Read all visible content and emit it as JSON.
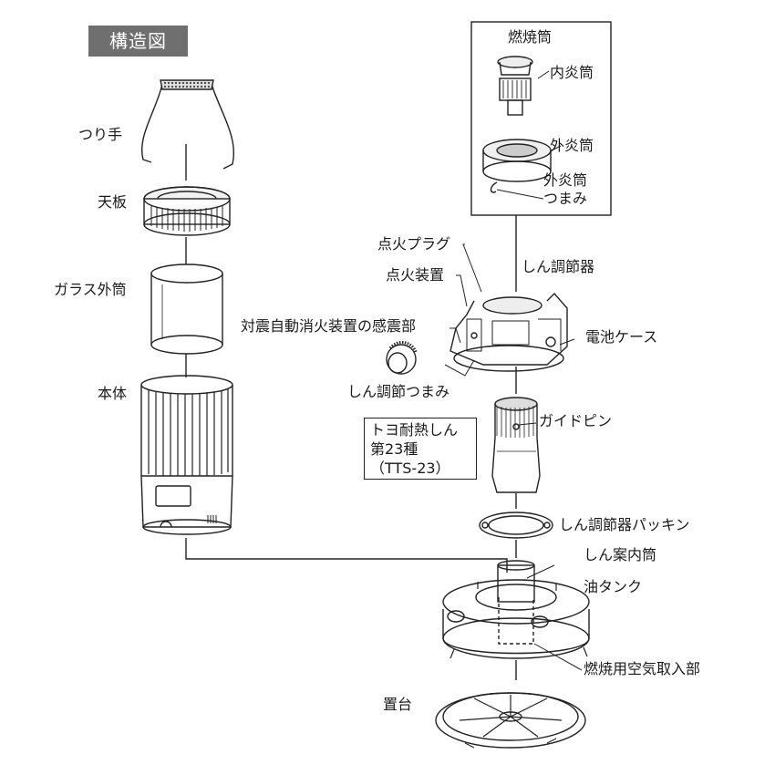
{
  "title": "構造図",
  "left_parts": {
    "handle": "つり手",
    "top_plate": "天板",
    "glass_cylinder": "ガラス外筒",
    "body": "本体"
  },
  "burner_box": {
    "heading": "燃焼筒",
    "inner_cylinder": "内炎筒",
    "outer_cylinder": "外炎筒",
    "outer_knob_line1": "外炎筒",
    "outer_knob_line2": "つまみ"
  },
  "right_parts": {
    "ignition_plug": "点火プラグ",
    "igniter": "点火装置",
    "wick_adjuster": "しん調節器",
    "seismic_sensor": "対震自動消火装置の感震部",
    "battery_case": "電池ケース",
    "wick_knob": "しん調節つまみ",
    "guide_pin": "ガイドピン",
    "wick_line1": "トヨ耐熱しん",
    "wick_line2": "第23種",
    "wick_line3": "（TTS-23）",
    "adjuster_packing": "しん調節器パッキン",
    "wick_guide": "しん案内筒",
    "oil_tank": "油タンク",
    "air_intake": "燃焼用空気取入部",
    "stand": "置台"
  }
}
